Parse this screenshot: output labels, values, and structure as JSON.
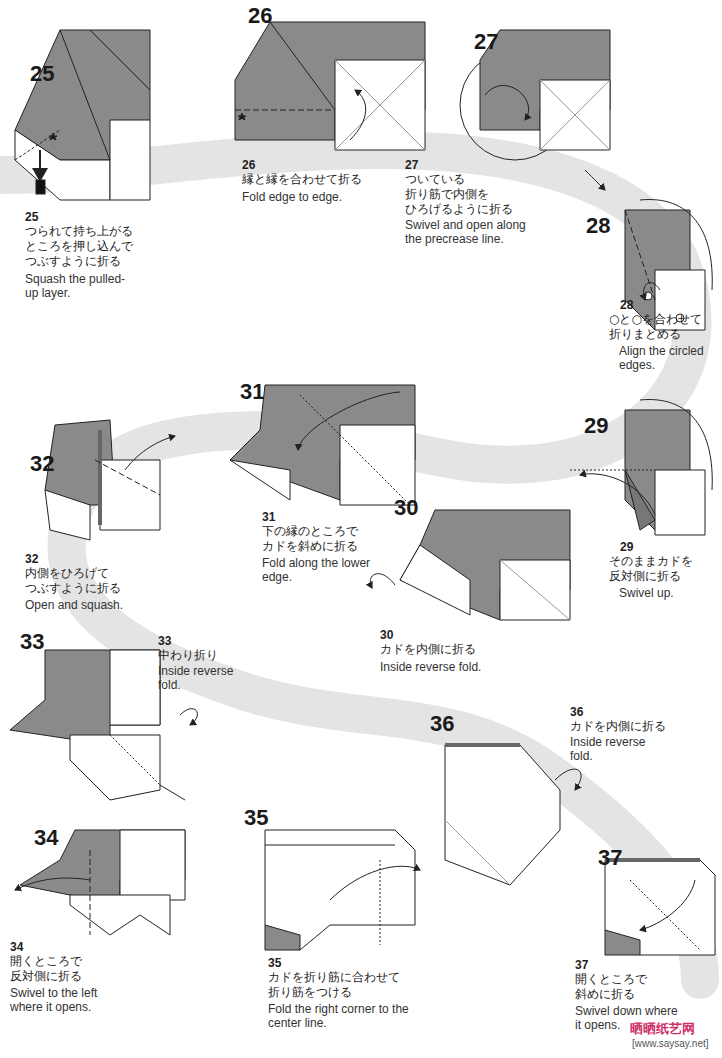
{
  "diagram": {
    "labels": [
      "25",
      "25",
      "つられて持ち上がる ところを押し込んで つぶすように折る",
      "Squash the pulled-up layer.",
      "26",
      "26",
      "縁と縁を合わせて折る",
      "Fold edge to edge.",
      "27",
      "27",
      "ついている 折り筋で内側を ひろげるように折る",
      "Swivel and open along the precrease line.",
      "28",
      "28",
      "○と○を合わせて 折りまとめる",
      "Align the circled edges.",
      "29",
      "29",
      "そのままカドを 反対側に折る",
      "Swivel up.",
      "30",
      "30",
      "カドを内側に折る",
      "Inside reverse fold.",
      "31",
      "31",
      "下の縁のところで カドを斜めに折る",
      "Fold along the lower edge.",
      "32",
      "32",
      "内側をひろげて つぶすように折る",
      "Open and squash.",
      "33",
      "33",
      "中わり折り",
      "Inside reverse fold.",
      "34",
      "34",
      "開くところで 反対側に折る",
      "Swivel to the left where it opens.",
      "35",
      "35",
      "カドを折り筋に合わせて 折り筋をつける",
      "Fold the right corner to the center line.",
      "36",
      "36",
      "カドを内側に折る",
      "Inside reverse fold.",
      "37",
      "37",
      "開くところで 斜めに折る",
      "Swivel down where it opens.",
      "晒晒纸艺网",
      "[www.saysay.net]"
    ]
  }
}
